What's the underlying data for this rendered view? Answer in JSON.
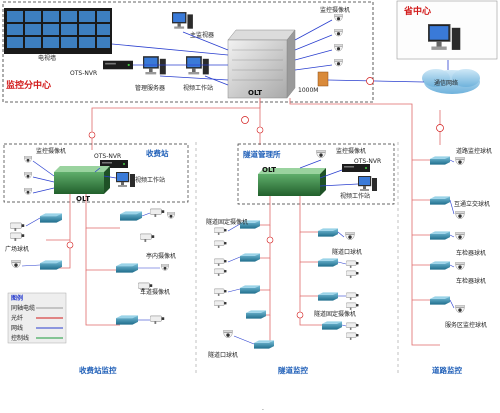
{
  "center": {
    "title": "监控分中心",
    "video_wall": "电视墙",
    "main_monitor": "主监视器",
    "nvr": "OTS-NVR",
    "mgmt_server": "管理服务器",
    "workstation": "视频工作站",
    "olt": "OLT",
    "camera": "监控摄像机",
    "link_1000m": "1000M"
  },
  "province": {
    "title": "省中心",
    "network": "通信网络"
  },
  "toll": {
    "title": "收费站",
    "camera": "监控摄像机",
    "nvr": "OTS-NVR",
    "workstation": "视频工作站",
    "olt": "OLT",
    "plaza_dome": "广场球机",
    "booth_camera": "亭内摄像机",
    "lane_camera": "车道摄像机",
    "footer": "收费站监控"
  },
  "tunnel": {
    "title": "隧道管理所",
    "camera": "监控摄像机",
    "nvr": "OTS-NVR",
    "workstation": "视频工作站",
    "olt": "OLT",
    "fixed_cam": "隧道固定摄像机",
    "entrance_dome": "隧道口球机",
    "fixed_cam2": "隧道固定摄像机",
    "entrance_dome2": "隧道口球机",
    "footer": "隧道监控"
  },
  "road": {
    "road_cam": "道路监控球机",
    "interchange": "互通立交球机",
    "checkpoint1": "车检器球机",
    "checkpoint2": "车检器球机",
    "service_area": "服务区监控球机",
    "footer": "道路监控"
  },
  "legend": {
    "title": "图例",
    "items": [
      {
        "label": "同轴电缆",
        "color": "#9a9a9a"
      },
      {
        "label": "光纤",
        "color": "#d21a1a"
      },
      {
        "label": "网线",
        "color": "#2a3fcf"
      },
      {
        "label": "控制线",
        "color": "#1a9a3a"
      }
    ]
  },
  "colors": {
    "fiber": "#e06a6a",
    "blue_line": "#2a3fcf",
    "olt_green": "#2f7a3a",
    "device_teal": "#2e86a8"
  },
  "footnote": "."
}
